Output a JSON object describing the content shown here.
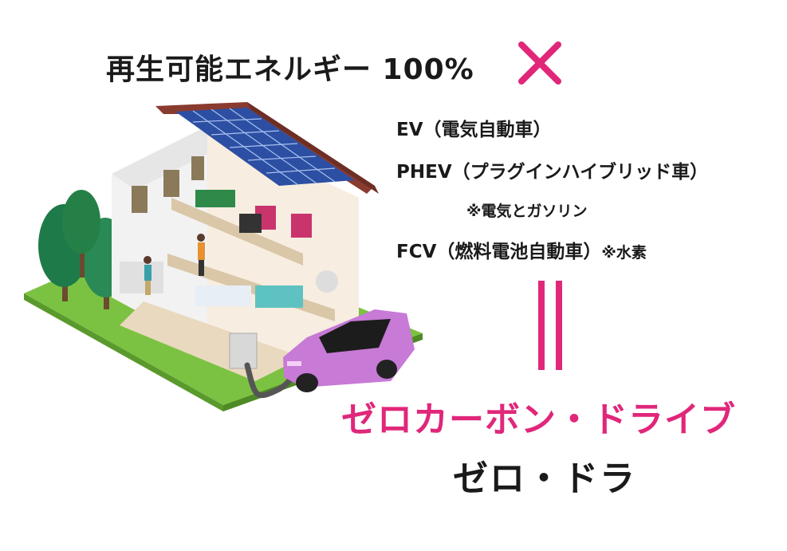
{
  "headline": "再生可能エネルギー 100%",
  "cross_symbol": "×",
  "vehicles": [
    {
      "label": "EV（電気自動車）"
    },
    {
      "label": "PHEV（プラグインハイブリッド車）"
    },
    {
      "note": "※電気とガソリン"
    },
    {
      "label": "FCV（燃料電池自動車）",
      "note": "※水素"
    }
  ],
  "equals_symbol": "‖",
  "result": "ゼロカーボン・ドライブ",
  "abbreviation": "ゼロ・ドラ",
  "colors": {
    "accent": "#e0277a",
    "text": "#1a1a1a",
    "grass": "#7cc242",
    "car": "#c77ad6"
  }
}
